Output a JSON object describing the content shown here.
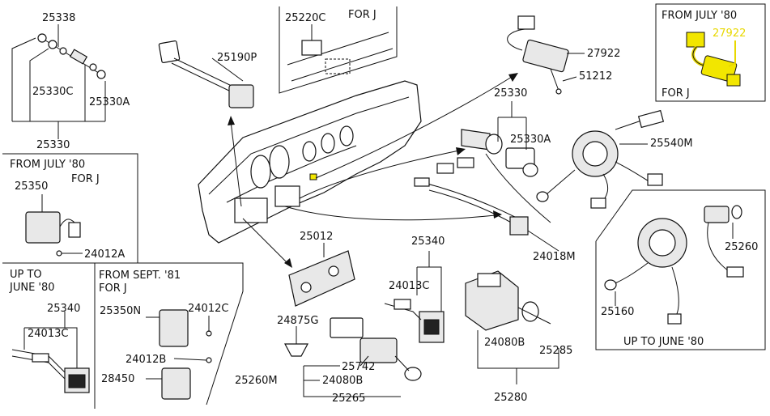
{
  "colors": {
    "highlight": "#f2e600",
    "highlight_text": "#e8d800",
    "ink": "#111111"
  },
  "notes": {
    "for_j_top": "FOR J",
    "from_july_80_top": "FROM JULY '80",
    "for_j_topright": "FOR J",
    "from_july_80_left": "FROM JULY '80",
    "for_j_left": "FOR J",
    "up_to_june_80_left_1": "UP TO",
    "up_to_june_80_left_2": "JUNE '80",
    "from_sept_81": "FROM SEPT. '81",
    "for_j_sept": "FOR J",
    "up_to_june_80_right": "UP TO JUNE '80"
  },
  "parts": {
    "p25338": "25338",
    "p25330C": "25330C",
    "p25330A_a": "25330A",
    "p25330_a": "25330",
    "p25350": "25350",
    "p24012A": "24012A",
    "p25340_a": "25340",
    "p24013C_a": "24013C",
    "p25350N": "25350N",
    "p24012C": "24012C",
    "p24012B": "24012B",
    "p28450": "28450",
    "p25190P": "25190P",
    "p25220C": "25220C",
    "p25012": "25012",
    "p24875G": "24875G",
    "p25742": "25742",
    "p25260M": "25260M",
    "p24080B_a": "24080B",
    "p25265": "25265",
    "p25340_b": "25340",
    "p24013C_b": "24013C",
    "p24080B_b": "24080B",
    "p25285": "25285",
    "p25280": "25280",
    "p27922_a": "27922",
    "p51212": "51212",
    "p25330_b": "25330",
    "p25330A_b": "25330A",
    "p25540M": "25540M",
    "p24018M": "24018M",
    "p25260": "25260",
    "p25160": "25160",
    "p27922_hl": "27922"
  }
}
